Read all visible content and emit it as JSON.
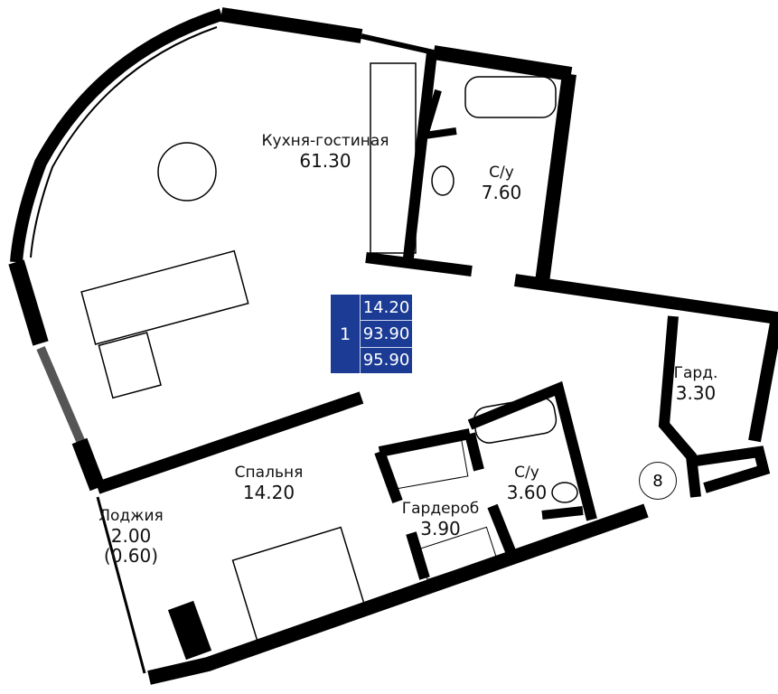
{
  "rooms": {
    "kitchen_living": {
      "name": "Кухня-гостиная",
      "area": "61.30"
    },
    "bathroom_1": {
      "name": "С/у",
      "area": "7.60"
    },
    "wardrobe_small": {
      "name": "Гард.",
      "area": "3.30"
    },
    "bedroom": {
      "name": "Спальня",
      "area": "14.20"
    },
    "wardrobe": {
      "name": "Гардероб",
      "area": "3.90"
    },
    "bathroom_2": {
      "name": "С/у",
      "area": "3.60"
    },
    "loggia": {
      "name": "Лоджия",
      "area": "2.00",
      "reduced_area": "(0.60)"
    }
  },
  "summary": {
    "rooms_count": "1",
    "living_area": "14.20",
    "total_area": "93.90",
    "total_with_loggia": "95.90"
  },
  "floor_marker": "8",
  "colors": {
    "badge": "#1b3b95",
    "walls": "#000000"
  }
}
